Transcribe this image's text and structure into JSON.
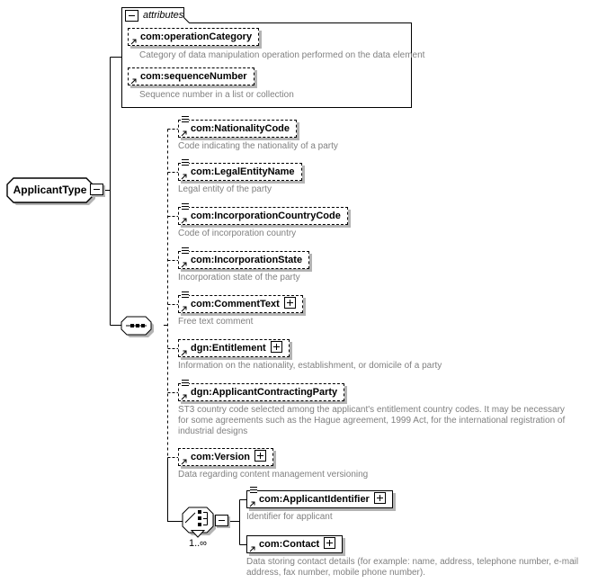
{
  "root": {
    "name": "ApplicantType"
  },
  "attributes_group": {
    "label": "attributes",
    "items": [
      {
        "name": "com:operationCategory",
        "description": "Category of data manipulation operation performed on the data element"
      },
      {
        "name": "com:sequenceNumber",
        "description": "Sequence number in a list or collection"
      }
    ]
  },
  "sequence_children": [
    {
      "name": "com:NationalityCode",
      "description": "Code indicating the nationality of a party"
    },
    {
      "name": "com:LegalEntityName",
      "description": "Legal entity of the party"
    },
    {
      "name": "com:IncorporationCountryCode",
      "description": "Code of incorporation country"
    },
    {
      "name": "com:IncorporationState",
      "description": "Incorporation state of the party"
    },
    {
      "name": "com:CommentText",
      "description": "Free text comment"
    },
    {
      "name": "dgn:Entitlement",
      "description": "Information on the nationality, establishment, or domicile of a party"
    },
    {
      "name": "dgn:ApplicantContractingParty",
      "description": "ST3 country code selected among the applicant's entitlement country codes. It may be necessary for some agreements such as the Hague agreement, 1999 Act, for the international registration of industrial designs"
    },
    {
      "name": "com:Version",
      "description": "Data regarding content management versioning"
    }
  ],
  "choice_group": {
    "cardinality": "1..∞",
    "children": [
      {
        "name": "com:ApplicantIdentifier",
        "description": "Identifier for applicant"
      },
      {
        "name": "com:Contact",
        "description": "Data storing contact details (for example: name, address, telephone number, e-mail address, fax number, mobile phone number)."
      }
    ]
  },
  "colors": {
    "line": "#000000",
    "description_text": "#808080",
    "shadow": "#b4b4b4",
    "background": "#ffffff"
  }
}
